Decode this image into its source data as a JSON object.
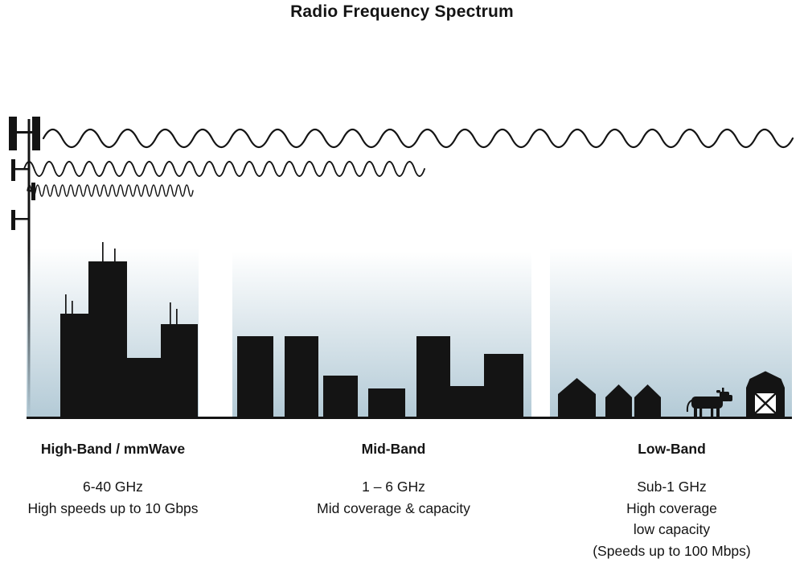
{
  "title": "Radio Frequency Spectrum",
  "colors": {
    "ink": "#141414",
    "sky_bottom": "#b3cad6",
    "sky_top": "#ffffff"
  },
  "icons": {
    "tower": "cell-tower-icon",
    "waves": [
      "low-band-wave-icon",
      "mid-band-wave-icon",
      "high-band-mmwave-wave-icon"
    ],
    "scenes": [
      "city-skyline",
      "mid-rise-buildings",
      "rural-houses-cow-barn"
    ]
  },
  "bands": [
    {
      "label": "High-Band / mmWave",
      "lines": [
        "6-40 GHz",
        "High speeds up to 10 Gbps"
      ]
    },
    {
      "label": "Mid-Band",
      "lines": [
        "1 – 6 GHz",
        "Mid coverage & capacity"
      ]
    },
    {
      "label": "Low-Band",
      "lines": [
        "Sub-1 GHz",
        "High coverage",
        "low capacity",
        "(Speeds up to 100 Mbps)"
      ]
    }
  ]
}
